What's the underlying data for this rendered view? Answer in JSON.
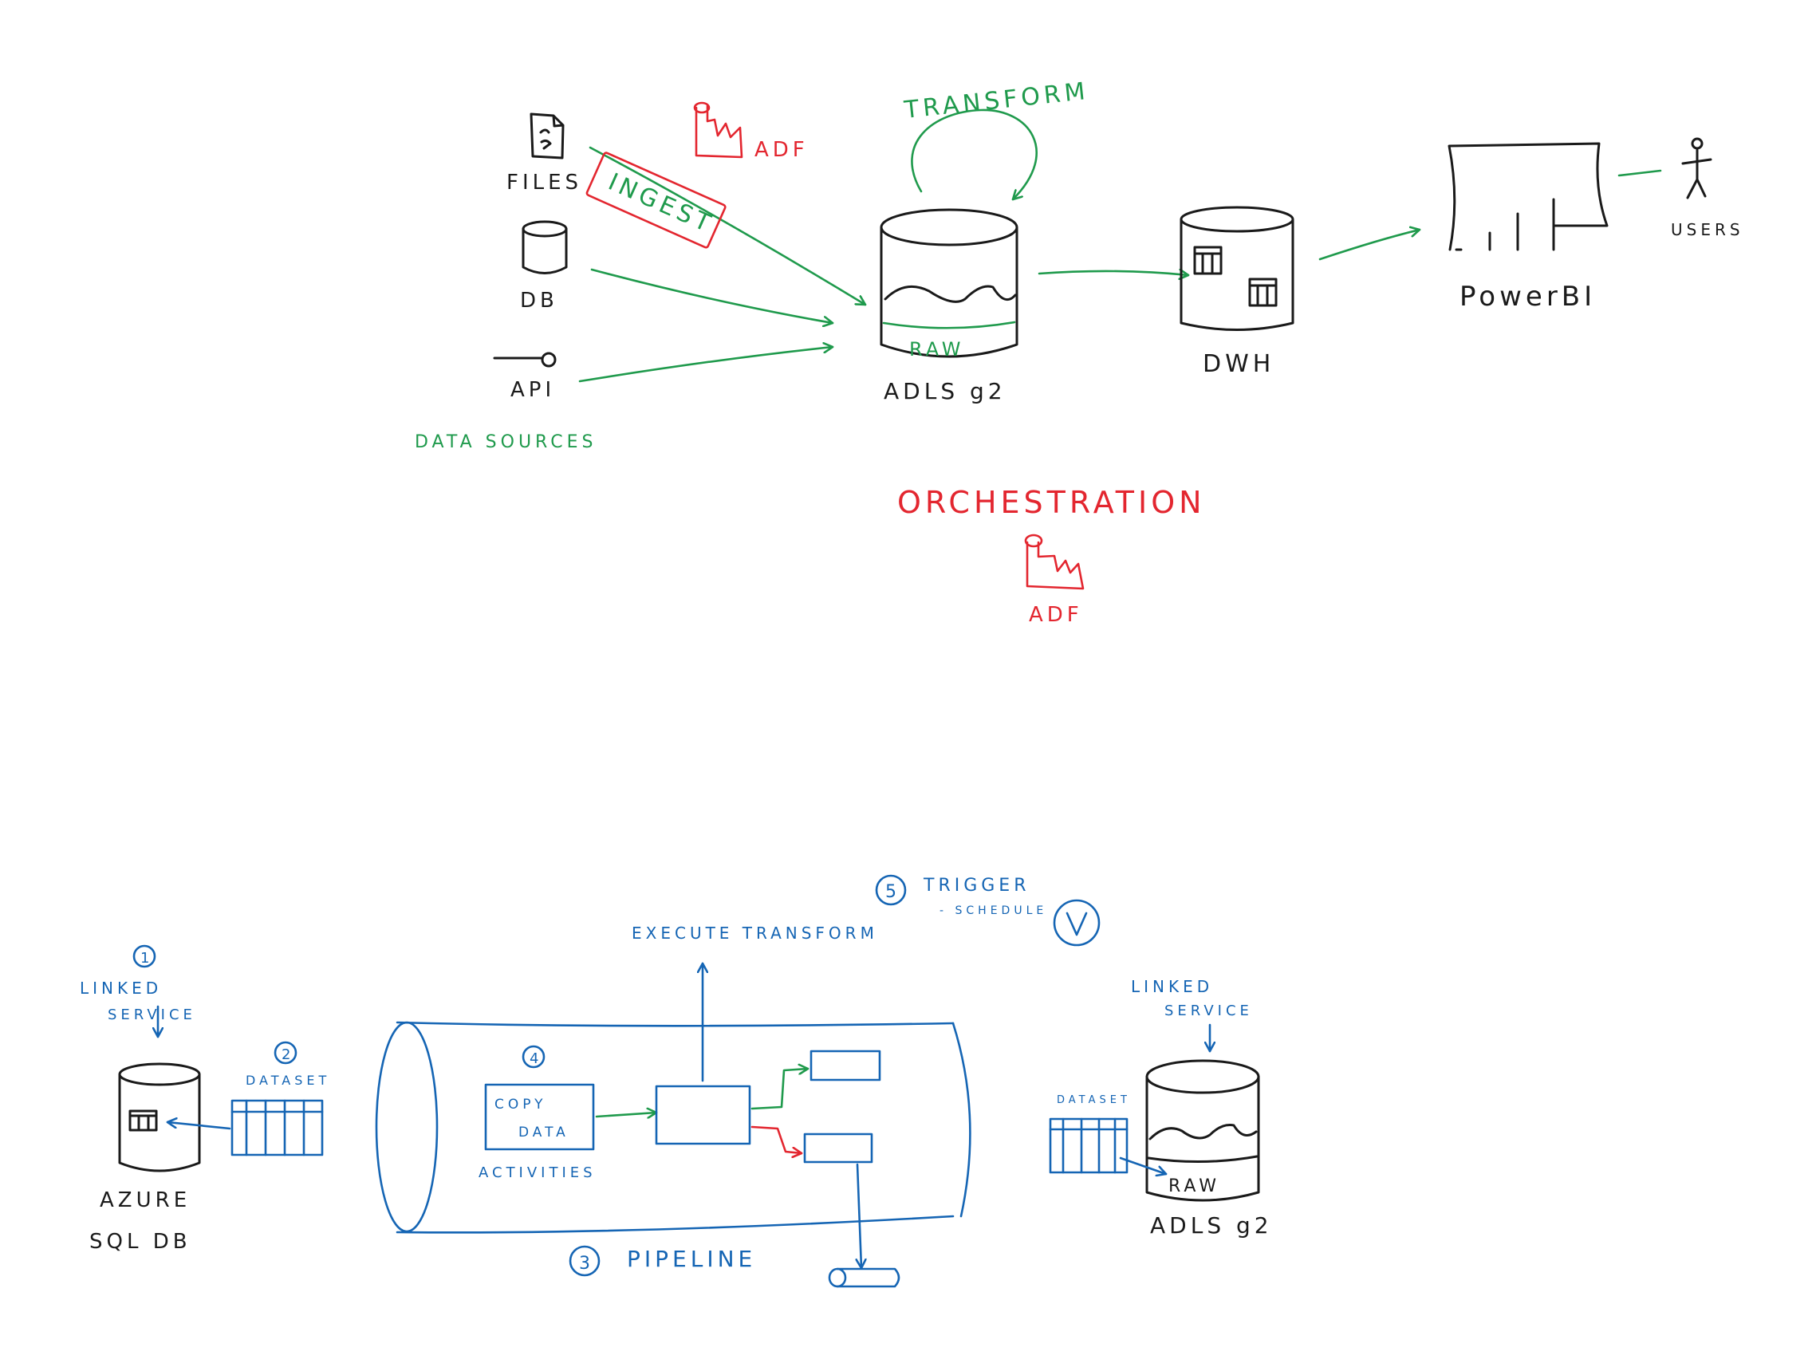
{
  "colors": {
    "ink": "#1a1a1a",
    "green": "#1f9a4c",
    "red": "#e3262f",
    "blue": "#1565b4"
  },
  "top": {
    "sources": {
      "files": "FILES",
      "db": "DB",
      "api": "API",
      "caption": "DATA SOURCES"
    },
    "ingest": "INGEST",
    "adf_top": "ADF",
    "transform": "TRANSFORM",
    "lake": {
      "label": "ADLS g2",
      "zone": "RAW"
    },
    "dwh": "DWH",
    "powerbi": "PowerBI",
    "users": "USERS",
    "orchestration": "ORCHESTRATION",
    "adf_bottom": "ADF"
  },
  "bottom": {
    "step1": "1",
    "linked_service_left": [
      "LINKED",
      "SERVICE"
    ],
    "sql_db": [
      "AZURE",
      "SQL DB"
    ],
    "step2": "2",
    "dataset_left": "DATASET",
    "step4": "4",
    "copy_data": [
      "COPY",
      "DATA"
    ],
    "activities": "ACTIVITIES",
    "execute_transform": "EXECUTE TRANSFORM",
    "step5": "5",
    "trigger": "TRIGGER",
    "schedule": "- SCHEDULE",
    "step3": "3",
    "pipeline": "PIPELINE",
    "linked_service_right": [
      "LINKED",
      "SERVICE"
    ],
    "dataset_right": "DATASET",
    "lake": {
      "label": "ADLS g2",
      "zone": "RAW"
    }
  }
}
